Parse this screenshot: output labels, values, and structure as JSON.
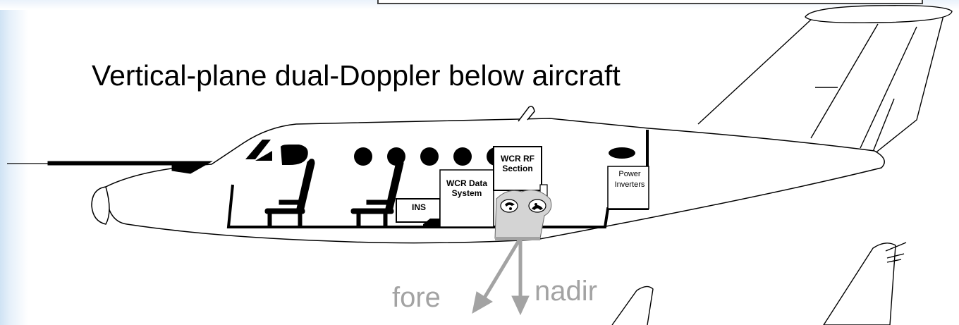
{
  "title": "Vertical-plane dual-Doppler below aircraft",
  "components": {
    "ins": "INS",
    "data_system_line1": "WCR Data",
    "data_system_line2": "System",
    "rf_section_line1": "WCR RF",
    "rf_section_line2": "Section",
    "power_line1": "Power",
    "power_line2": "Inverters"
  },
  "beams": {
    "fore": "fore",
    "nadir": "nadir"
  },
  "colors": {
    "beam_gray": "#a3a3a3",
    "radar_gray": "#d4d4d4",
    "edge_blue": "#cfe3f4"
  }
}
